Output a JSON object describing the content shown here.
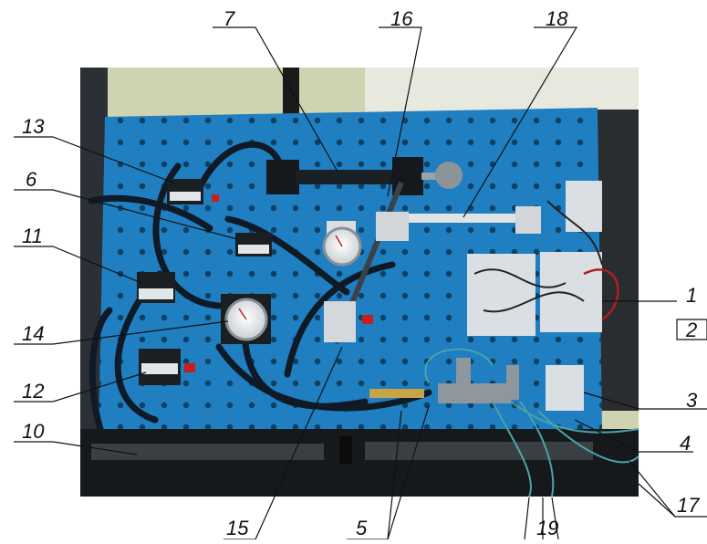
{
  "callouts": [
    {
      "id": "7",
      "text": "7"
    },
    {
      "id": "16",
      "text": "16"
    },
    {
      "id": "18",
      "text": "18"
    },
    {
      "id": "13",
      "text": "13"
    },
    {
      "id": "6",
      "text": "6"
    },
    {
      "id": "11",
      "text": "11"
    },
    {
      "id": "14",
      "text": "14"
    },
    {
      "id": "12",
      "text": "12"
    },
    {
      "id": "10",
      "text": "10"
    },
    {
      "id": "1",
      "text": "1"
    },
    {
      "id": "2",
      "text": "2"
    },
    {
      "id": "3",
      "text": "3"
    },
    {
      "id": "4",
      "text": "4"
    },
    {
      "id": "17",
      "text": "17"
    },
    {
      "id": "15",
      "text": "15"
    },
    {
      "id": "5",
      "text": "5"
    },
    {
      "id": "19",
      "text": "19"
    }
  ],
  "colors": {
    "board": "#1f7fc0",
    "hose": "#0f1a26",
    "frame": "#1b1f24",
    "wall": "#d9dcc0"
  }
}
